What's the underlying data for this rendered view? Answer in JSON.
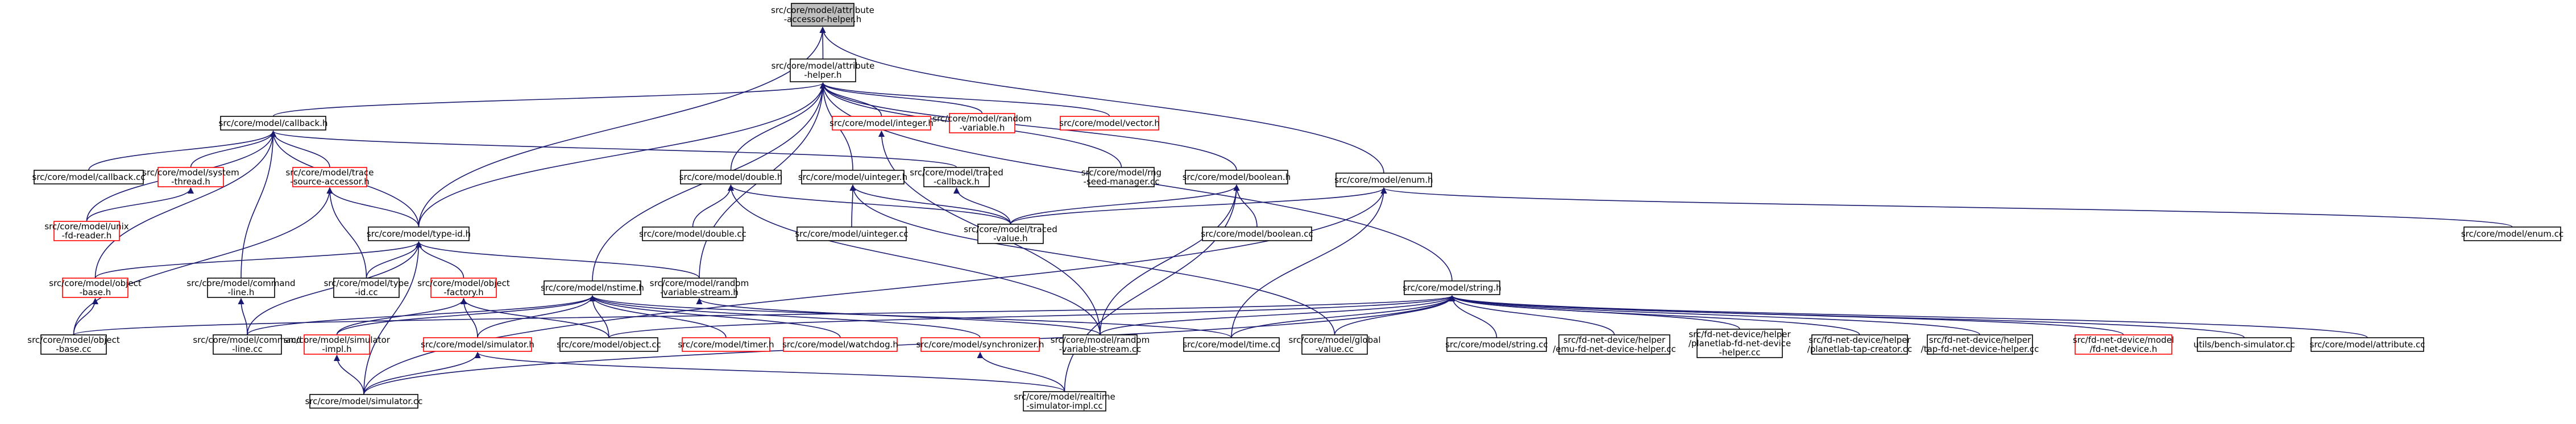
{
  "colors": {
    "edge": "#191970",
    "border_black": "#000000",
    "border_red": "#ff0000",
    "root_fill": "#bfbfbf",
    "fill": "#ffffff"
  },
  "nodes": [
    {
      "id": "root",
      "lines": [
        "src/core/model/attribute",
        "-accessor-helper.h"
      ],
      "style": "root"
    },
    {
      "id": "attribute_helper",
      "lines": [
        "src/core/model/attribute",
        "-helper.h"
      ],
      "style": "black"
    },
    {
      "id": "callback_h",
      "lines": [
        "src/core/model/callback.h"
      ],
      "style": "black"
    },
    {
      "id": "integer_h",
      "lines": [
        "src/core/model/integer.h"
      ],
      "style": "red"
    },
    {
      "id": "random_variable_h",
      "lines": [
        "src/core/model/random",
        "-variable.h"
      ],
      "style": "red"
    },
    {
      "id": "vector_h",
      "lines": [
        "src/core/model/vector.h"
      ],
      "style": "red"
    },
    {
      "id": "callback_cc",
      "lines": [
        "src/core/model/callback.cc"
      ],
      "style": "black"
    },
    {
      "id": "system_thread_h",
      "lines": [
        "src/core/model/system",
        "-thread.h"
      ],
      "style": "red"
    },
    {
      "id": "trace_source_accessor_h",
      "lines": [
        "src/core/model/trace",
        "-source-accessor.h"
      ],
      "style": "red"
    },
    {
      "id": "unix_fd_reader_h",
      "lines": [
        "src/core/model/unix",
        "-fd-reader.h"
      ],
      "style": "red"
    },
    {
      "id": "double_h",
      "lines": [
        "src/core/model/double.h"
      ],
      "style": "black"
    },
    {
      "id": "uinteger_h",
      "lines": [
        "src/core/model/uinteger.h"
      ],
      "style": "black"
    },
    {
      "id": "traced_callback_h",
      "lines": [
        "src/core/model/traced",
        "-callback.h"
      ],
      "style": "black"
    },
    {
      "id": "rng_seed_manager_cc",
      "lines": [
        "src/core/model/rng",
        "-seed-manager.cc"
      ],
      "style": "black"
    },
    {
      "id": "boolean_h",
      "lines": [
        "src/core/model/boolean.h"
      ],
      "style": "black"
    },
    {
      "id": "enum_h",
      "lines": [
        "src/core/model/enum.h"
      ],
      "style": "black"
    },
    {
      "id": "type_id_h",
      "lines": [
        "src/core/model/type-id.h"
      ],
      "style": "black"
    },
    {
      "id": "double_cc",
      "lines": [
        "src/core/model/double.cc"
      ],
      "style": "black"
    },
    {
      "id": "uinteger_cc",
      "lines": [
        "src/core/model/uinteger.cc"
      ],
      "style": "black"
    },
    {
      "id": "traced_value_h",
      "lines": [
        "src/core/model/traced",
        "-value.h"
      ],
      "style": "black"
    },
    {
      "id": "boolean_cc",
      "lines": [
        "src/core/model/boolean.cc"
      ],
      "style": "black"
    },
    {
      "id": "enum_cc",
      "lines": [
        "src/core/model/enum.cc"
      ],
      "style": "black"
    },
    {
      "id": "object_base_h",
      "lines": [
        "src/core/model/object",
        "-base.h"
      ],
      "style": "red"
    },
    {
      "id": "command_line_h",
      "lines": [
        "src/core/model/command",
        "-line.h"
      ],
      "style": "black"
    },
    {
      "id": "type_id_cc",
      "lines": [
        "src/core/model/type",
        "-id.cc"
      ],
      "style": "black"
    },
    {
      "id": "object_factory_h",
      "lines": [
        "src/core/model/object",
        "-factory.h"
      ],
      "style": "red"
    },
    {
      "id": "nstime_h",
      "lines": [
        "src/core/model/nstime.h"
      ],
      "style": "black"
    },
    {
      "id": "random_variable_stream_h",
      "lines": [
        "src/core/model/random",
        "-variable-stream.h"
      ],
      "style": "black"
    },
    {
      "id": "string_h",
      "lines": [
        "src/core/model/string.h"
      ],
      "style": "black"
    },
    {
      "id": "object_base_cc",
      "lines": [
        "src/core/model/object",
        "-base.cc"
      ],
      "style": "black"
    },
    {
      "id": "command_line_cc",
      "lines": [
        "src/core/model/command",
        "-line.cc"
      ],
      "style": "black"
    },
    {
      "id": "simulator_impl_h",
      "lines": [
        "src/core/model/simulator",
        "-impl.h"
      ],
      "style": "red"
    },
    {
      "id": "simulator_h",
      "lines": [
        "src/core/model/simulator.h"
      ],
      "style": "red"
    },
    {
      "id": "object_cc",
      "lines": [
        "src/core/model/object.cc"
      ],
      "style": "black"
    },
    {
      "id": "timer_h",
      "lines": [
        "src/core/model/timer.h"
      ],
      "style": "red"
    },
    {
      "id": "watchdog_h",
      "lines": [
        "src/core/model/watchdog.h"
      ],
      "style": "red"
    },
    {
      "id": "synchronizer_h",
      "lines": [
        "src/core/model/synchronizer.h"
      ],
      "style": "red"
    },
    {
      "id": "random_variable_stream_cc",
      "lines": [
        "src/core/model/random",
        "-variable-stream.cc"
      ],
      "style": "black"
    },
    {
      "id": "time_cc",
      "lines": [
        "src/core/model/time.cc"
      ],
      "style": "black"
    },
    {
      "id": "global_value_cc",
      "lines": [
        "src/core/model/global",
        "-value.cc"
      ],
      "style": "black"
    },
    {
      "id": "string_cc",
      "lines": [
        "src/core/model/string.cc"
      ],
      "style": "black"
    },
    {
      "id": "emu_fd_net_device_helper_cc",
      "lines": [
        "src/fd-net-device/helper",
        "/emu-fd-net-device-helper.cc"
      ],
      "style": "black"
    },
    {
      "id": "planetlab_fd_net_device_helper_cc",
      "lines": [
        "src/fd-net-device/helper",
        "/planetlab-fd-net-device",
        "-helper.cc"
      ],
      "style": "black"
    },
    {
      "id": "planetlab_tap_creator_cc",
      "lines": [
        "src/fd-net-device/helper",
        "/planetlab-tap-creator.cc"
      ],
      "style": "black"
    },
    {
      "id": "tap_fd_net_device_helper_cc",
      "lines": [
        "src/fd-net-device/helper",
        "/tap-fd-net-device-helper.cc"
      ],
      "style": "black"
    },
    {
      "id": "fd_net_device_h",
      "lines": [
        "src/fd-net-device/model",
        "/fd-net-device.h"
      ],
      "style": "red"
    },
    {
      "id": "bench_simulator_cc",
      "lines": [
        "utils/bench-simulator.cc"
      ],
      "style": "black"
    },
    {
      "id": "attribute_cc",
      "lines": [
        "src/core/model/attribute.cc"
      ],
      "style": "black"
    },
    {
      "id": "simulator_cc",
      "lines": [
        "src/core/model/simulator.cc"
      ],
      "style": "black"
    },
    {
      "id": "realtime_simulator_impl_cc",
      "lines": [
        "src/core/model/realtime",
        "-simulator-impl.cc"
      ],
      "style": "black"
    }
  ],
  "edges": [
    [
      "attribute_helper",
      "root"
    ],
    [
      "type_id_h",
      "root"
    ],
    [
      "enum_h",
      "root"
    ],
    [
      "callback_h",
      "attribute_helper"
    ],
    [
      "integer_h",
      "attribute_helper"
    ],
    [
      "random_variable_h",
      "attribute_helper"
    ],
    [
      "vector_h",
      "attribute_helper"
    ],
    [
      "type_id_h",
      "attribute_helper"
    ],
    [
      "double_h",
      "attribute_helper"
    ],
    [
      "uinteger_h",
      "attribute_helper"
    ],
    [
      "boolean_h",
      "attribute_helper"
    ],
    [
      "string_h",
      "attribute_helper"
    ],
    [
      "nstime_h",
      "attribute_helper"
    ],
    [
      "random_variable_stream_h",
      "attribute_helper"
    ],
    [
      "rng_seed_manager_cc",
      "attribute_helper"
    ],
    [
      "callback_cc",
      "callback_h"
    ],
    [
      "system_thread_h",
      "callback_h"
    ],
    [
      "trace_source_accessor_h",
      "callback_h"
    ],
    [
      "unix_fd_reader_h",
      "callback_h"
    ],
    [
      "type_id_h",
      "callback_h"
    ],
    [
      "command_line_h",
      "callback_h"
    ],
    [
      "traced_callback_h",
      "callback_h"
    ],
    [
      "object_base_h",
      "callback_h"
    ],
    [
      "unix_fd_reader_h",
      "system_thread_h"
    ],
    [
      "type_id_h",
      "trace_source_accessor_h"
    ],
    [
      "type_id_cc",
      "trace_source_accessor_h"
    ],
    [
      "object_base_cc",
      "trace_source_accessor_h"
    ],
    [
      "object_base_h",
      "type_id_h"
    ],
    [
      "type_id_cc",
      "type_id_h"
    ],
    [
      "object_factory_h",
      "type_id_h"
    ],
    [
      "random_variable_stream_h",
      "type_id_h"
    ],
    [
      "simulator_cc",
      "type_id_h"
    ],
    [
      "command_line_cc",
      "type_id_h"
    ],
    [
      "object_base_cc",
      "object_base_h"
    ],
    [
      "command_line_cc",
      "command_line_h"
    ],
    [
      "simulator_impl_h",
      "object_factory_h"
    ],
    [
      "simulator_h",
      "object_factory_h"
    ],
    [
      "object_cc",
      "object_factory_h"
    ],
    [
      "double_cc",
      "double_h"
    ],
    [
      "traced_value_h",
      "double_h"
    ],
    [
      "random_variable_stream_cc",
      "double_h"
    ],
    [
      "uinteger_cc",
      "uinteger_h"
    ],
    [
      "traced_value_h",
      "uinteger_h"
    ],
    [
      "global_value_cc",
      "uinteger_h"
    ],
    [
      "traced_value_h",
      "traced_callback_h"
    ],
    [
      "traced_value_h",
      "boolean_h"
    ],
    [
      "boolean_cc",
      "boolean_h"
    ],
    [
      "random_variable_stream_cc",
      "boolean_h"
    ],
    [
      "realtime_simulator_impl_cc",
      "boolean_h"
    ],
    [
      "traced_value_h",
      "enum_h"
    ],
    [
      "enum_cc",
      "enum_h"
    ],
    [
      "time_cc",
      "enum_h"
    ],
    [
      "simulator_cc",
      "enum_h"
    ],
    [
      "random_variable_stream_cc",
      "integer_h"
    ],
    [
      "simulator_impl_h",
      "nstime_h"
    ],
    [
      "simulator_h",
      "nstime_h"
    ],
    [
      "timer_h",
      "nstime_h"
    ],
    [
      "watchdog_h",
      "nstime_h"
    ],
    [
      "synchronizer_h",
      "nstime_h"
    ],
    [
      "time_cc",
      "nstime_h"
    ],
    [
      "command_line_cc",
      "nstime_h"
    ],
    [
      "object_cc",
      "nstime_h"
    ],
    [
      "random_variable_stream_cc",
      "random_variable_stream_h"
    ],
    [
      "object_base_cc",
      "string_h"
    ],
    [
      "object_cc",
      "string_h"
    ],
    [
      "random_variable_stream_cc",
      "string_h"
    ],
    [
      "time_cc",
      "string_h"
    ],
    [
      "global_value_cc",
      "string_h"
    ],
    [
      "string_cc",
      "string_h"
    ],
    [
      "emu_fd_net_device_helper_cc",
      "string_h"
    ],
    [
      "planetlab_fd_net_device_helper_cc",
      "string_h"
    ],
    [
      "planetlab_tap_creator_cc",
      "string_h"
    ],
    [
      "tap_fd_net_device_helper_cc",
      "string_h"
    ],
    [
      "fd_net_device_h",
      "string_h"
    ],
    [
      "bench_simulator_cc",
      "string_h"
    ],
    [
      "attribute_cc",
      "string_h"
    ],
    [
      "simulator_cc",
      "string_h"
    ],
    [
      "simulator_cc",
      "simulator_impl_h"
    ],
    [
      "simulator_cc",
      "simulator_h"
    ],
    [
      "realtime_simulator_impl_cc",
      "simulator_h"
    ],
    [
      "realtime_simulator_impl_cc",
      "synchronizer_h"
    ]
  ]
}
